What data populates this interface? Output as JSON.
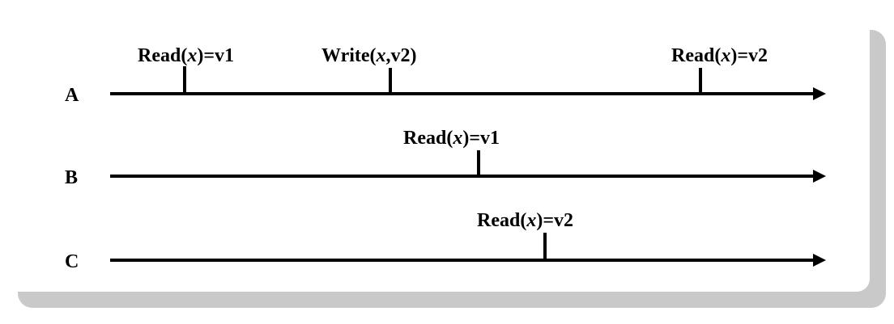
{
  "processes": [
    {
      "name": "A",
      "events": [
        {
          "op": "Read(",
          "var": "x",
          "rest": ")=v1"
        },
        {
          "op": "Write(",
          "var": "x",
          "rest": ",v2)"
        },
        {
          "op": "Read(",
          "var": "x",
          "rest": ")=v2"
        }
      ]
    },
    {
      "name": "B",
      "events": [
        {
          "op": "Read(",
          "var": "x",
          "rest": ")=v1"
        }
      ]
    },
    {
      "name": "C",
      "events": [
        {
          "op": "Read(",
          "var": "x",
          "rest": ")=v2"
        }
      ]
    }
  ]
}
